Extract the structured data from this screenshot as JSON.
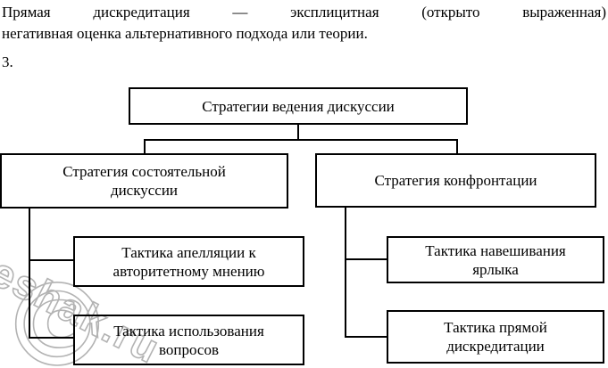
{
  "intro": {
    "line1": "Прямая дискредитация — эксплицитная (открыто выраженная)",
    "line2": "негативная оценка альтернативного подхода или теории.",
    "item_number": "3."
  },
  "diagram": {
    "root": "Стратегии ведения дискуссии",
    "left_branch": {
      "title": "Стратегия состоятельной дискуссии",
      "children": [
        "Тактика апелляции к авторитетному мнению",
        "Тактика использования вопросов"
      ]
    },
    "right_branch": {
      "title": "Стратегия конфронтации",
      "children": [
        "Тактика навешивания ярлыка",
        "Тактика прямой дискредитации"
      ]
    }
  },
  "watermark": {
    "text": "reshak.ru",
    "symbol": "©",
    "color": "#b3b3b3"
  },
  "colors": {
    "background": "#ffffff",
    "border": "#000000",
    "text": "#000000"
  }
}
